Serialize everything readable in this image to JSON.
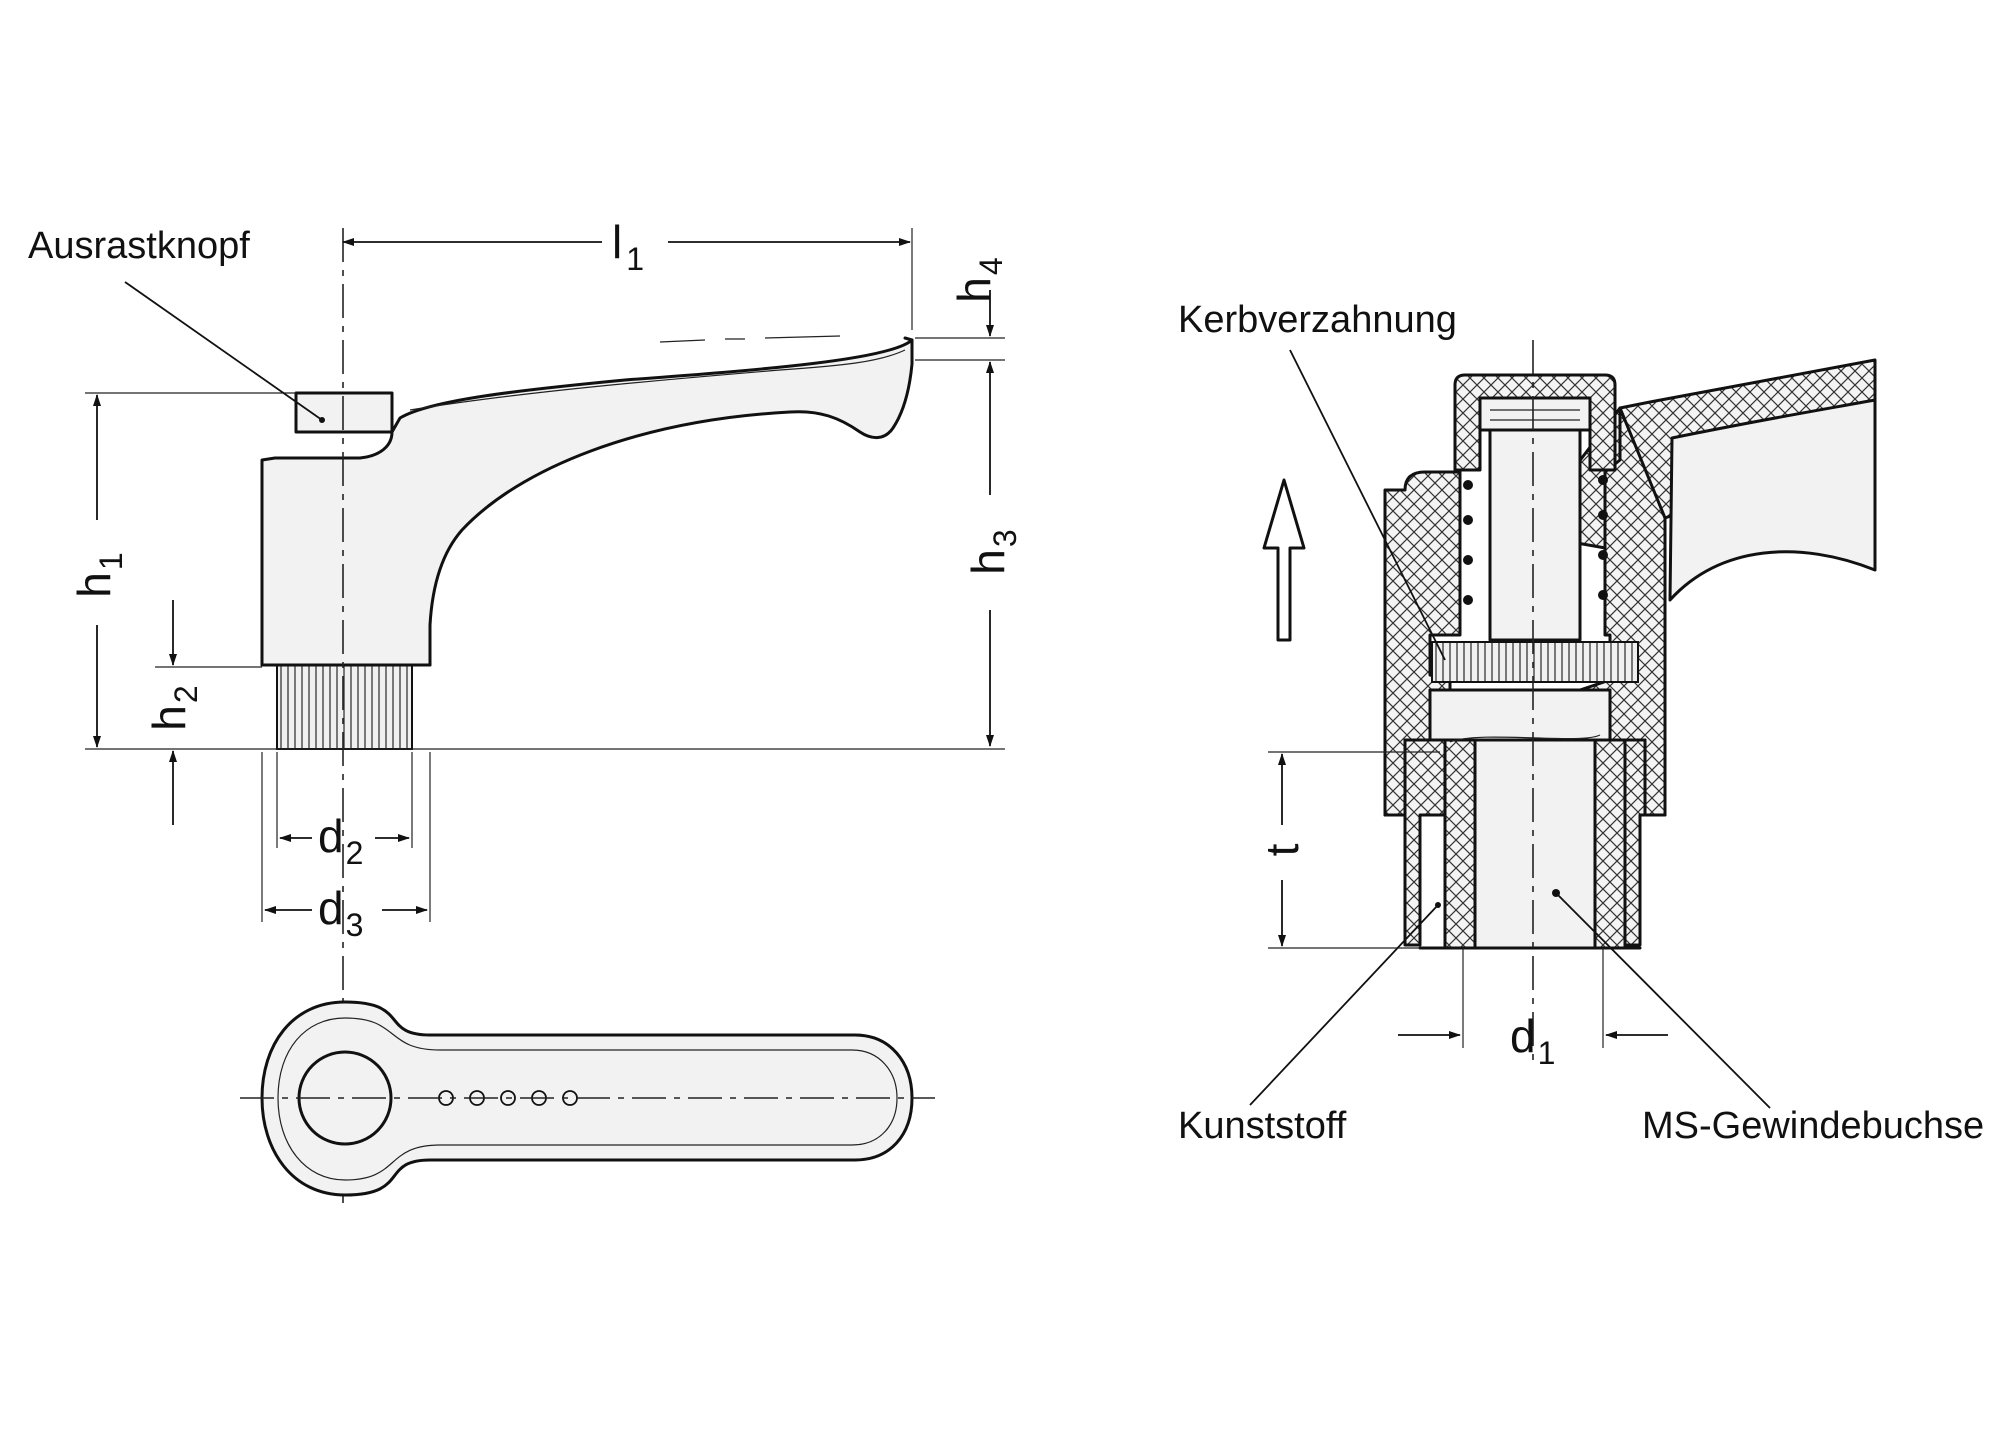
{
  "labels": {
    "release_button": "Ausrastknopf",
    "serration": "Kerbverzahnung",
    "plastic": "Kunststoff",
    "brass_insert": "MS-Gewindebuchse"
  },
  "dimensions": {
    "l1": {
      "base": "l",
      "sub": "1"
    },
    "h1": {
      "base": "h",
      "sub": "1"
    },
    "h2": {
      "base": "h",
      "sub": "2"
    },
    "h3": {
      "base": "h",
      "sub": "3"
    },
    "h4": {
      "base": "h",
      "sub": "4"
    },
    "d1": {
      "base": "d",
      "sub": "1"
    },
    "d2": {
      "base": "d",
      "sub": "2"
    },
    "d3": {
      "base": "d",
      "sub": "3"
    },
    "t": {
      "base": "t"
    }
  }
}
